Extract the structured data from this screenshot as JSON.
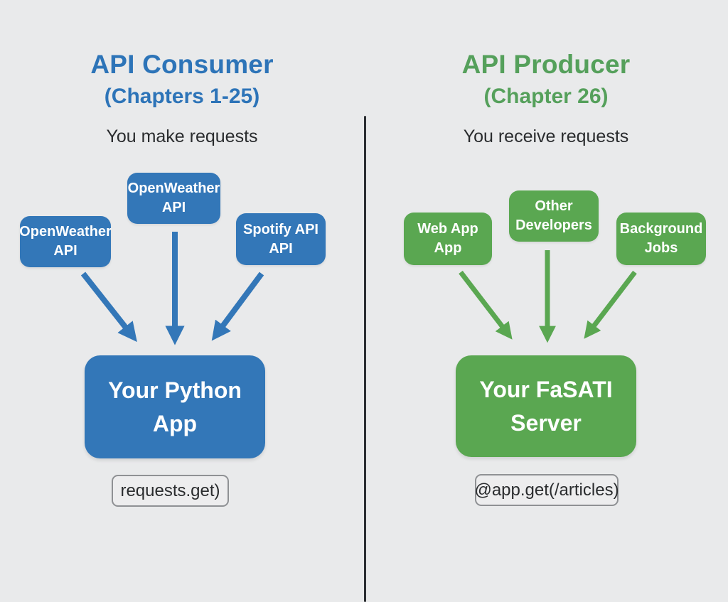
{
  "colors": {
    "background": "#e9eaeb",
    "blue": "#3377b8",
    "blue_text": "#2d74b8",
    "green": "#5aa751",
    "green_text": "#55a05b",
    "divider": "#2b2e32",
    "text_dark": "#2a2c2e",
    "code_border": "#8f9194",
    "code_bg": "#ededee"
  },
  "left_panel": {
    "title": "API Consumer",
    "subtitle": "(Chapters 1-25)",
    "tagline": "You make requests",
    "sources": [
      {
        "line1": "OpenWeather",
        "line2": "API"
      },
      {
        "line1": "OpenWeather",
        "line2": "API"
      },
      {
        "line1": "Spotify API",
        "line2": "API"
      }
    ],
    "app": {
      "line1": "Your Python",
      "line2": "App"
    },
    "code_label": "requests.get)"
  },
  "right_panel": {
    "title": "API Producer",
    "subtitle": "(Chapter 26)",
    "tagline": "You receive requests",
    "sources": [
      {
        "line1": "Web App",
        "line2": "App"
      },
      {
        "line1": "Other",
        "line2": "Developers"
      },
      {
        "line1": "Background",
        "line2": "Jobs"
      }
    ],
    "app": {
      "line1": "Your FaSATI",
      "line2": "Server"
    },
    "code_label": "@app.get(/articles)"
  }
}
